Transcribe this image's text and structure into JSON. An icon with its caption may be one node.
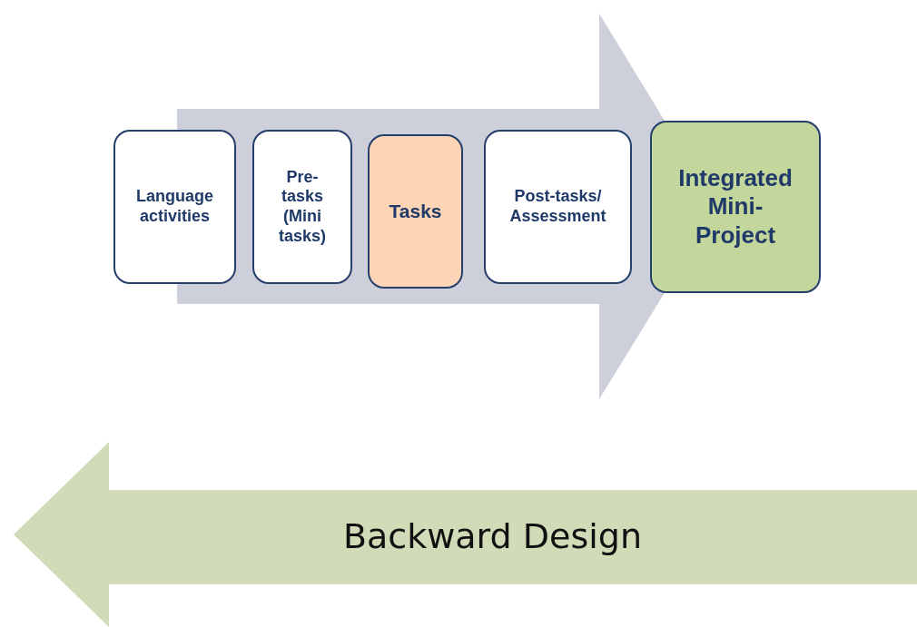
{
  "diagram": {
    "nodes": [
      {
        "text": [
          "Language activities"
        ]
      },
      {
        "text": [
          "Pre- tasks (Mini tasks)"
        ]
      },
      {
        "text": [
          "Tasks"
        ]
      },
      {
        "text": [
          "Post-tasks/ Assessment"
        ]
      },
      {
        "text": [
          "Integrated Mini- Project"
        ]
      },
      {
        "text": [
          "Backward Design"
        ]
      }
    ],
    "edges": [
      {
        "from": 0,
        "to": 4,
        "arrow": "to"
      }
    ]
  }
}
